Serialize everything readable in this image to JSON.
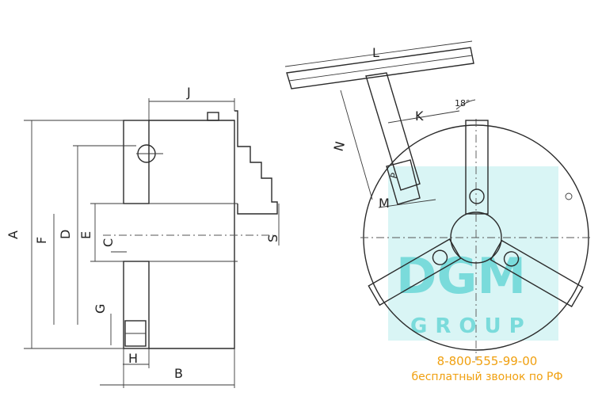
{
  "drawing": {
    "dimension_labels": {
      "A": "A",
      "F": "F",
      "D": "D",
      "E": "E",
      "C": "C",
      "G": "G",
      "H": "H",
      "B": "B",
      "J": "J",
      "S": "S",
      "L": "L",
      "K": "K",
      "N": "N",
      "M": "M",
      "P": "P",
      "angle": "18°"
    }
  },
  "watermark": {
    "brand": "DGM",
    "sub": "GROUP",
    "color": "#2ec6c6"
  },
  "contact": {
    "phone": "8-800-555-99-00",
    "free_call": "бесплатный звонок по РФ",
    "color": "#f0a010"
  }
}
